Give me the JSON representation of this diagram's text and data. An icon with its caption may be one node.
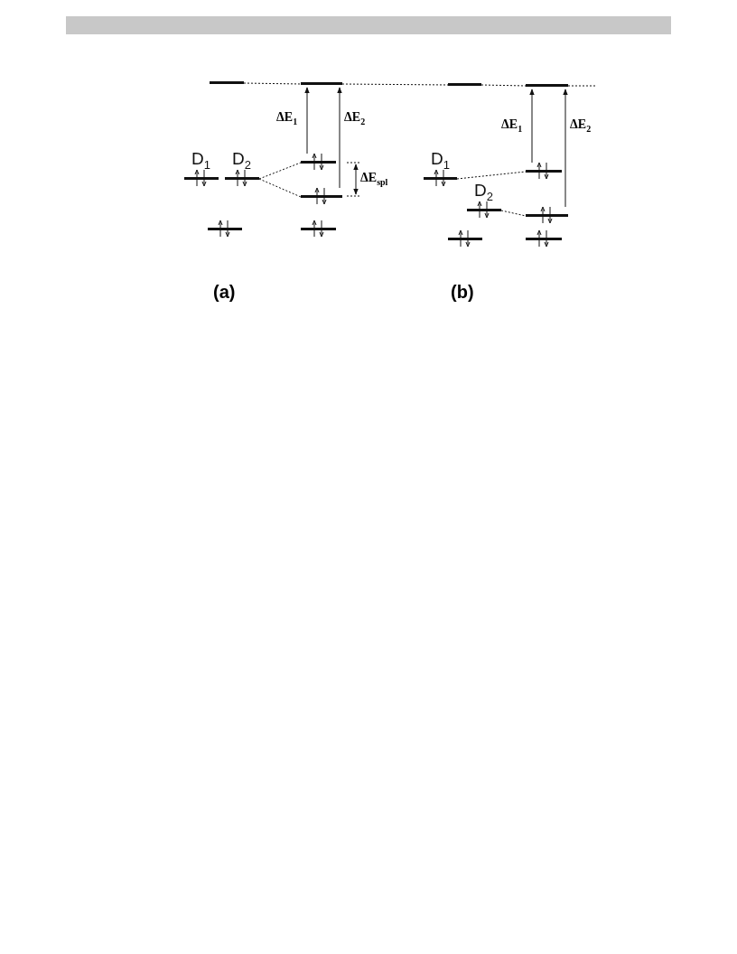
{
  "diagram": {
    "nodes": [
      {
        "text": [],
        "shape": "bar"
      },
      {
        "text": [],
        "shape": "bar"
      },
      {
        "text": [
          "D$_{1}$"
        ]
      },
      {
        "text": [
          "D$_{2}$"
        ]
      },
      {
        "text": [],
        "shape": "bar"
      },
      {
        "text": [],
        "shape": "bar"
      },
      {
        "text": [],
        "shape": "bar"
      },
      {
        "text": [],
        "shape": "bar"
      },
      {
        "text": [],
        "shape": "bar"
      },
      {
        "text": [],
        "shape": "bar"
      },
      {
        "text": [
          "D$_{1}$"
        ]
      },
      {
        "text": [
          "D$_{2}$"
        ]
      },
      {
        "text": [],
        "shape": "bar"
      },
      {
        "text": [],
        "shape": "bar"
      },
      {
        "text": [],
        "shape": "bar"
      },
      {
        "text": [],
        "shape": "bar"
      }
    ],
    "edges": [
      {
        "from": 0,
        "to": 1,
        "arrow": "none",
        "style": "dashed"
      },
      {
        "from": 1,
        "to": 8,
        "arrow": "none",
        "style": "dashed"
      },
      {
        "from": 3,
        "to": 4,
        "arrow": "none",
        "style": "dashed"
      },
      {
        "from": 3,
        "to": 5,
        "arrow": "none",
        "style": "dashed"
      },
      {
        "from": 4,
        "to": 1,
        "arrow": "to",
        "label": "ΔE$_{1}$"
      },
      {
        "from": 5,
        "to": 1,
        "arrow": "to",
        "label": "ΔE$_{2}$"
      },
      {
        "from": 8,
        "to": 9,
        "arrow": "none",
        "style": "dashed"
      },
      {
        "from": 9,
        "to": null,
        "arrow": "none",
        "style": "dashed"
      },
      {
        "from": 10,
        "to": 12,
        "arrow": "none",
        "style": "dashed"
      },
      {
        "from": 11,
        "to": 13,
        "arrow": "none",
        "style": "dashed"
      },
      {
        "from": 12,
        "to": 9,
        "arrow": "to",
        "label": "ΔE$_{1}$"
      },
      {
        "from": 13,
        "to": 9,
        "arrow": "to",
        "label": "ΔE$_{2}$"
      }
    ],
    "labels": [
      "ΔE$_{spl}$",
      "(a)",
      "(b)"
    ]
  }
}
